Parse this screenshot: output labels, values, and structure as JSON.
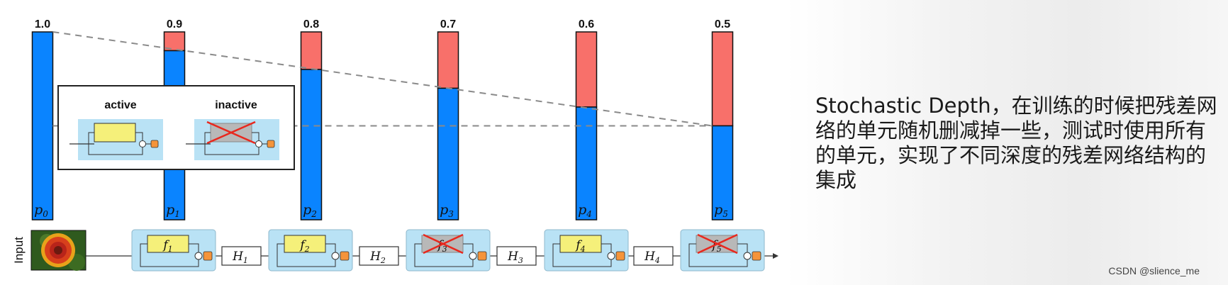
{
  "chart_data": {
    "type": "bar",
    "categories": [
      "p0",
      "p1",
      "p2",
      "p3",
      "p4",
      "p5"
    ],
    "values": [
      1.0,
      0.9,
      0.8,
      0.7,
      0.6,
      0.5
    ],
    "value_labels": [
      "1.0",
      "0.9",
      "0.8",
      "0.7",
      "0.6",
      "0.5"
    ],
    "ylim": [
      0,
      1
    ]
  },
  "colors": {
    "survive": "#0a84ff",
    "drop": "#f8706a",
    "block_bg": "#b9e2f5",
    "f_box": "#f5f07a",
    "orange": "#f5943a",
    "cross": "#e8281e"
  },
  "legend": {
    "active": "active",
    "inactive": "inactive"
  },
  "pipeline": {
    "input_label": "Input",
    "blocks": [
      {
        "label": "f",
        "sub": "1",
        "active": true
      },
      {
        "label": "f",
        "sub": "2",
        "active": true
      },
      {
        "label": "f",
        "sub": "3",
        "active": false
      },
      {
        "label": "f",
        "sub": "4",
        "active": true
      },
      {
        "label": "f",
        "sub": "5",
        "active": false
      }
    ],
    "h_nodes": [
      {
        "label": "H",
        "sub": "1"
      },
      {
        "label": "H",
        "sub": "2"
      },
      {
        "label": "H",
        "sub": "3"
      },
      {
        "label": "H",
        "sub": "4"
      }
    ]
  },
  "side_text": "Stochastic Depth，在训练的时候把残差网络的单元随机删减掉一些，测试时使用所有的单元，实现了不同深度的残差网络结构的集成",
  "watermark": "CSDN @slience_me"
}
